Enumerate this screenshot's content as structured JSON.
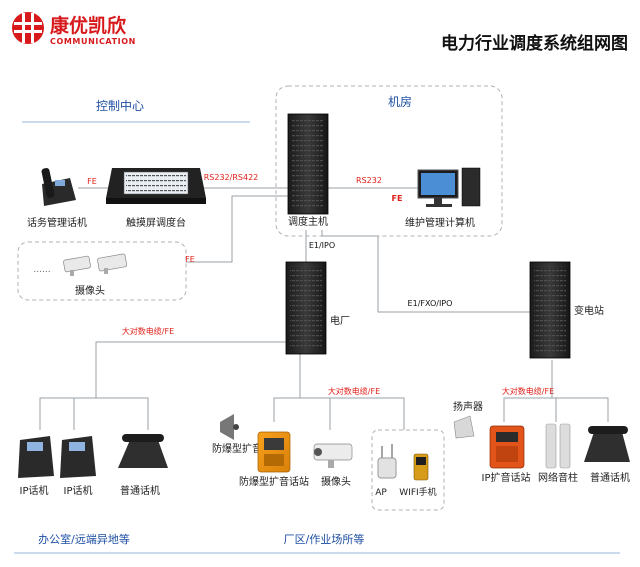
{
  "brand": {
    "name_cn": "康优凯欣",
    "name_en": "COMMUNICATION",
    "logo_color": "#d7191c"
  },
  "title": "电力行业调度系统组网图",
  "colors": {
    "accent_blue": "#1e4fa3",
    "link_red": "#e0201a",
    "line_gray": "#9aa0a6",
    "zone_border": "#b0b0b0",
    "text_dark": "#222222"
  },
  "zones": {
    "control_center": "控制中心",
    "machine_room": "机房",
    "office": "办公室/远端异地等",
    "factory_area": "厂区/作业场所等"
  },
  "devices": {
    "operator_phone": "话务管理话机",
    "touch_console": "触摸屏调度台",
    "dispatch_host": "调度主机",
    "maintenance_pc": "维护管理计算机",
    "camera": "摄像头",
    "power_plant": "电厂",
    "substation": "变电站",
    "ip_phone_1": "IP话机",
    "ip_phone_2": "IP话机",
    "normal_phone_office": "普通话机",
    "horn": "防爆型扩音器",
    "explosion_intercom": "防爆型扩音话站",
    "camera_field": "摄像头",
    "ap": "AP",
    "wifi_phone": "WIFI手机",
    "speaker": "扬声器",
    "ip_intercom": "IP扩音话站",
    "network_column": "网络音柱",
    "normal_phone_sub": "普通话机"
  },
  "links": {
    "fe_phone": "FE",
    "rs232_rs422": "RS232/RS422",
    "rs232": "RS232",
    "fe_pc": "FE",
    "fe_camera": "FE",
    "e1_ipo": "E1/IPO",
    "e1_fxo_ipo": "E1/FXO/IPO",
    "cable_office": "大对数电缆/FE",
    "cable_field": "大对数电缆/FE",
    "cable_sub": "大对数电缆/FE"
  },
  "camera_dots": "......"
}
